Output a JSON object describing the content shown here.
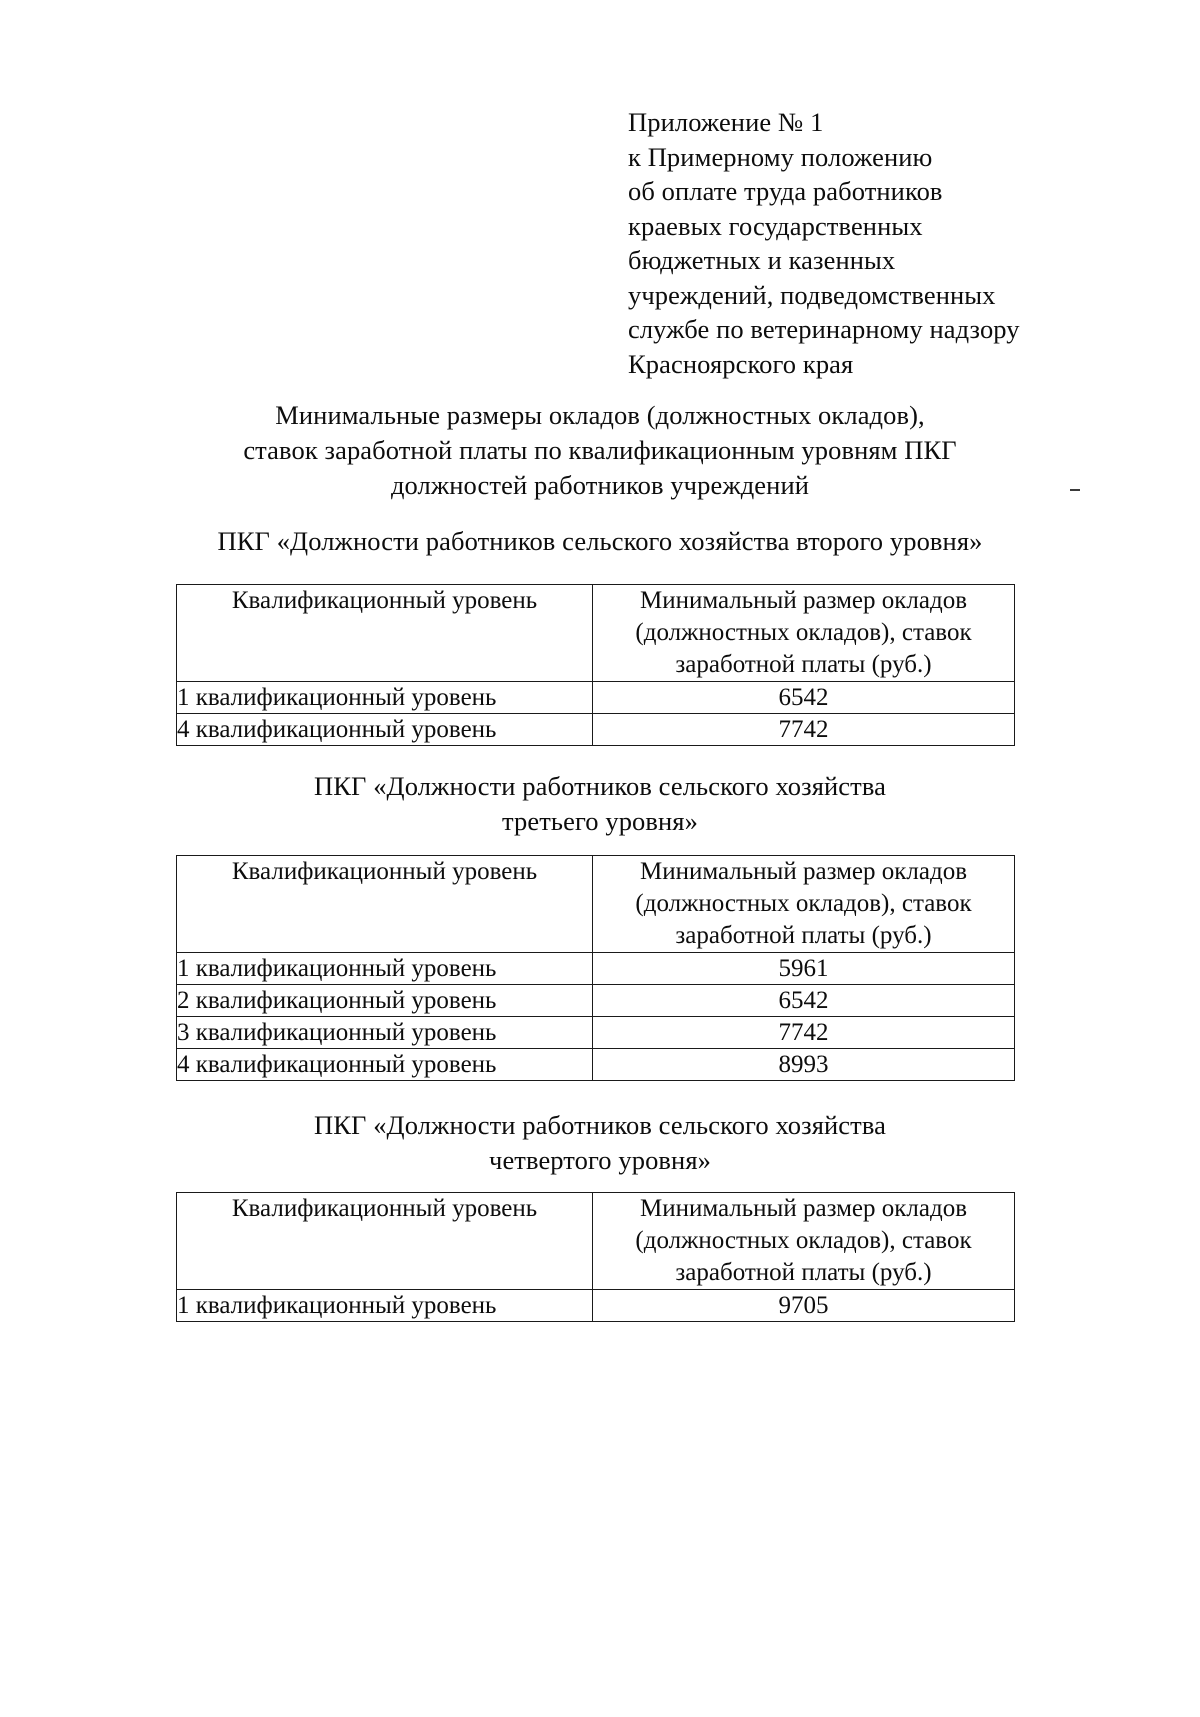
{
  "header": {
    "lines": [
      "Приложение № 1",
      "к Примерному положению",
      "об оплате труда работников",
      "краевых государственных",
      "бюджетных и казенных",
      "учреждений, подведомственных",
      "службе по ветеринарному надзору",
      "Красноярского края"
    ]
  },
  "title": {
    "lines": [
      "Минимальные размеры окладов (должностных окладов),",
      "ставок заработной платы по квалификационным уровням ПКГ",
      "должностей работников учреждений"
    ]
  },
  "table_columns": {
    "level": "Квалификационный уровень",
    "amount_lines": [
      "Минимальный размер окладов",
      "(должностных окладов), ставок",
      "заработной платы (руб.)"
    ]
  },
  "sections": [
    {
      "heading_lines": [
        "ПКГ «Должности работников сельского хозяйства второго уровня»"
      ],
      "rows": [
        {
          "level": "1 квалификационный уровень",
          "amount": "6542"
        },
        {
          "level": "4 квалификационный уровень",
          "amount": "7742"
        }
      ]
    },
    {
      "heading_lines": [
        "ПКГ «Должности работников сельского хозяйства",
        "третьего уровня»"
      ],
      "rows": [
        {
          "level": "1 квалификационный уровень",
          "amount": "5961"
        },
        {
          "level": "2 квалификационный уровень",
          "amount": "6542"
        },
        {
          "level": "3 квалификационный уровень",
          "amount": "7742"
        },
        {
          "level": "4 квалификационный уровень",
          "amount": "8993"
        }
      ]
    },
    {
      "heading_lines": [
        "ПКГ «Должности работников сельского хозяйства",
        "четвертого уровня»"
      ],
      "rows": [
        {
          "level": "1 квалификационный уровень",
          "amount": "9705"
        }
      ]
    }
  ]
}
